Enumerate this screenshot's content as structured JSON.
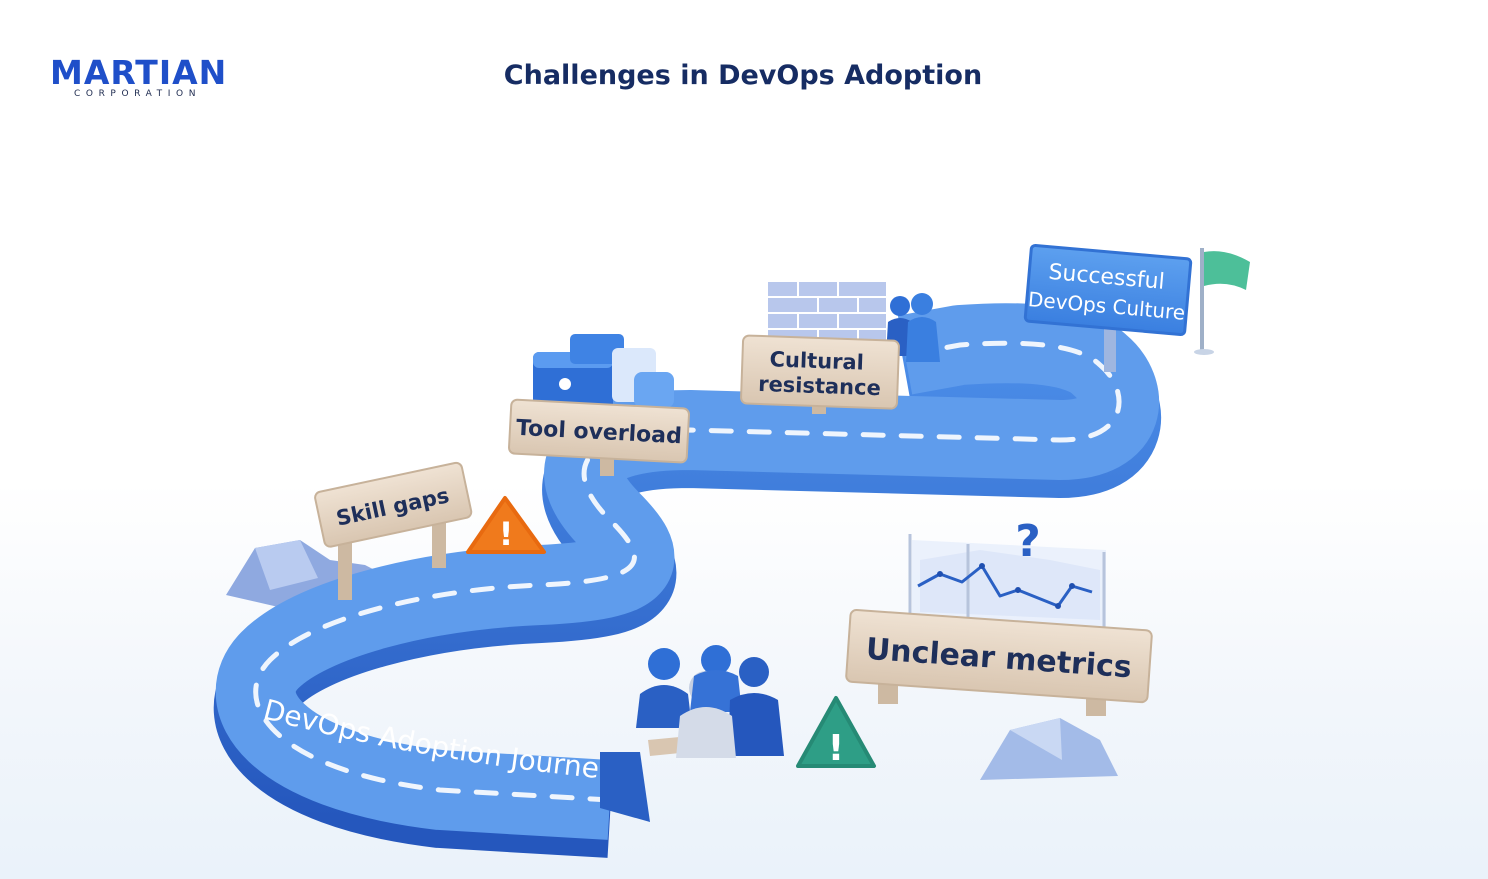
{
  "brand": {
    "name": "MARTIAN",
    "tagline": "CORPORATION"
  },
  "title": "Challenges in DevOps Adoption",
  "road_label": "DevOps Adoption Journey",
  "challenges": [
    "Skill gaps",
    "Tool overload",
    "Cultural resistance",
    "Unclear metrics"
  ],
  "cultural_lines": [
    "Cultural",
    "resistance"
  ],
  "goal_lines": [
    "Successful",
    "DevOps Culture"
  ],
  "question_mark": "?",
  "warning_mark": "!",
  "colors": {
    "road": "#3b7fe0",
    "road_edge": "#2a60c4",
    "sign_wood": "#e6d6c4",
    "goal_sign": "#4a8fe6",
    "warning_orange": "#f07a1c",
    "warning_teal": "#2e9e86",
    "flag": "#4dbf99",
    "title": "#162c63"
  }
}
